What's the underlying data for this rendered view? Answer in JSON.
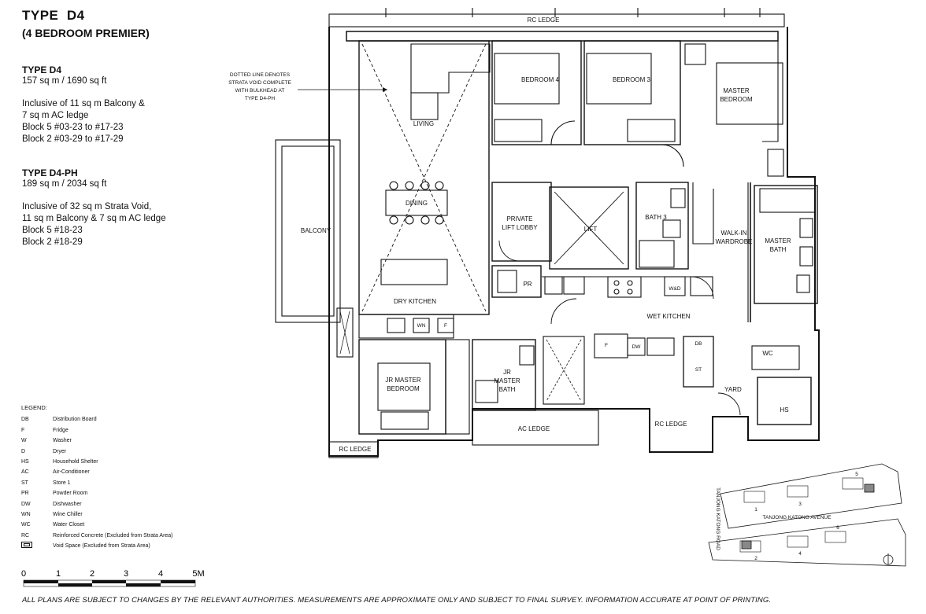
{
  "header": {
    "type": "TYPE  D4",
    "subtitle": "(4 BEDROOM PREMIER)"
  },
  "unit_d4": {
    "title": "TYPE D4",
    "area": "157 sq m / 1690 sq ft",
    "lines": [
      "Inclusive of 11 sq m Balcony &",
      "7 sq m AC ledge",
      "Block 5 #03-23 to #17-23",
      "Block 2 #03-29 to #17-29"
    ]
  },
  "unit_d4ph": {
    "title": "TYPE D4-PH",
    "area": "189 sq m / 2034 sq ft",
    "lines": [
      "Inclusive of 32 sq m Strata Void,",
      "11 sq m Balcony & 7 sq m AC ledge",
      "Block 5 #18-23",
      "Block 2 #18-29"
    ]
  },
  "legend": {
    "title": "LEGEND:",
    "items": [
      {
        "code": "DB",
        "desc": "Distribution Board"
      },
      {
        "code": "F",
        "desc": "Fridge"
      },
      {
        "code": "W",
        "desc": "Washer"
      },
      {
        "code": "D",
        "desc": "Dryer"
      },
      {
        "code": "HS",
        "desc": "Household Shelter"
      },
      {
        "code": "AC",
        "desc": "Air-Conditioner"
      },
      {
        "code": "ST",
        "desc": "Store 1"
      },
      {
        "code": "PR",
        "desc": "Powder Room"
      },
      {
        "code": "DW",
        "desc": "Dishwasher"
      },
      {
        "code": "WN",
        "desc": "Wine Chiller"
      },
      {
        "code": "WC",
        "desc": "Water Closet"
      },
      {
        "code": "RC",
        "desc": "Reinforced Concrete (Excluded from Strata Area)"
      }
    ],
    "void": {
      "desc": "Void Space (Excluded from Strata Area)"
    }
  },
  "scale": {
    "ticks": [
      "0",
      "1",
      "2",
      "3",
      "4",
      "5M"
    ]
  },
  "disclaimer": "ALL PLANS ARE SUBJECT TO CHANGES BY THE RELEVANT AUTHORITIES. MEASUREMENTS ARE APPROXIMATE ONLY AND SUBJECT TO FINAL SURVEY. INFORMATION ACCURATE AT POINT OF PRINTING.",
  "plan": {
    "note": [
      "DOTTED LINE DENOTES",
      "STRATA VOID COMPLETE",
      "WITH BULKHEAD AT",
      "TYPE D4-PH"
    ],
    "rooms": {
      "rc_ledge_top": "RC LEDGE",
      "bedroom4": "BEDROOM 4",
      "bedroom3": "BEDROOM 3",
      "master_bedroom": [
        "MASTER",
        "BEDROOM"
      ],
      "living": "LIVING",
      "dining": "DINING",
      "balcony": "BALCONY",
      "private_lift_lobby": [
        "PRIVATE",
        "LIFT LOBBY"
      ],
      "lift": "LIFT",
      "bath3": "BATH 3",
      "walk_in_wardrobe": [
        "WALK-IN",
        "WARDROBE"
      ],
      "master_bath": [
        "MASTER",
        "BATH"
      ],
      "pr": "PR",
      "wd": "W&D",
      "dry_kitchen": "DRY KITCHEN",
      "wet_kitchen": "WET KITCHEN",
      "wn": "WN",
      "f1": "F",
      "f2": "F",
      "dw": "DW",
      "db": "DB",
      "st": "ST",
      "wc": "WC",
      "yard": "YARD",
      "hs": "HS",
      "jr_master_bedroom": [
        "JR MASTER",
        "BEDROOM"
      ],
      "jr_master_bath": [
        "JR",
        "MASTER",
        "BATH"
      ],
      "ac_ledge": "AC LEDGE",
      "rc_ledge_bottom": "RC LEDGE",
      "rc_ledge_left": "RC LEDGE"
    }
  },
  "site": {
    "labels": {
      "road_v": "TANJONG KATONG ROAD",
      "road_h": "TANJONG KATONG AVENUE",
      "b1": "1",
      "b2": "2",
      "b3": "3",
      "b4": "4",
      "b5": "5",
      "b6": "6"
    }
  }
}
